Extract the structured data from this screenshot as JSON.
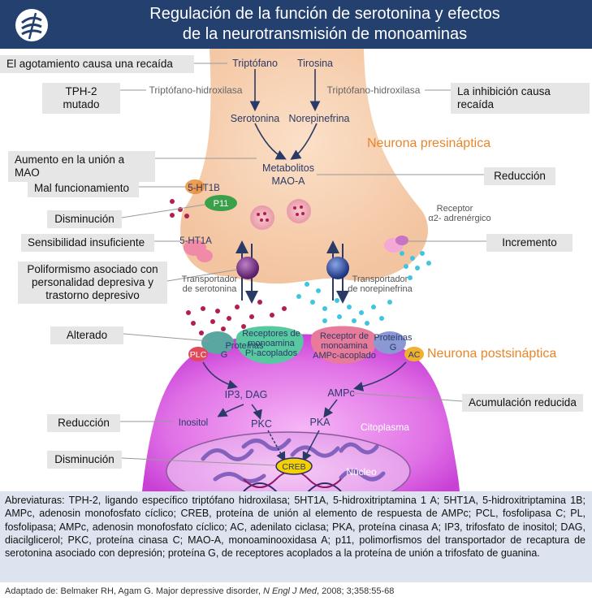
{
  "title": {
    "line1": "Regulación de la función de serotonina y efectos",
    "line2": "de la neurotransmisión de monoaminas"
  },
  "colors": {
    "header": "#23406e",
    "accent": "#e8862a",
    "footer": "#dde3ef"
  },
  "diagram": {
    "presynaptic_label": "Neurona presináptica",
    "postsynaptic_label": "Neurona postsináptica",
    "pathway_left": [
      "Triptófano",
      "Triptófano-hidroxilasa",
      "Serotonina"
    ],
    "pathway_right": [
      "Tirosina",
      "Triptófano-hidroxilasa",
      "Norepinefrina"
    ],
    "metabolites": "Metabolitos",
    "mao": "MAO-A",
    "ht1b": "5-HT1B",
    "p11": "P11",
    "ht1a": "5-HT1A",
    "alpha2_receptor": "Receptor",
    "alpha2_receptor_line2": "α2- adrenérgico",
    "sert_line1": "Transportador",
    "sert_line2": "de serotonina",
    "net_line1": "Transportador",
    "net_line2": "de norepinefrina",
    "receptor_pi_line1": "Receptores de",
    "receptor_pi_line2": "monoamina",
    "receptor_pi_line3": "PI-acoplados",
    "receptor_amp_line1": "Receptor de",
    "receptor_amp_line2": "monoamina",
    "receptor_amp_line3": "AMPc-acoplado",
    "g_protein_left_1": "Proteínas",
    "g_protein_left_2": "G",
    "g_protein_right_1": "Proteínas",
    "g_protein_right_2": "G",
    "plc": "PLC",
    "ac": "AC",
    "ip3_dag": "IP3, DAG",
    "ampc": "AMPc",
    "inositol": "Inositol",
    "pkc": "PKC",
    "pka": "PKA",
    "creb": "CREB",
    "cytoplasm": "Citoplasma",
    "nucleus": "Núcleo"
  },
  "labels": {
    "depletion": "El agotamiento causa una recaída",
    "tph2": "TPH-2 mutado",
    "inhibition": "La inhibición causa recaída",
    "mao_increase": "Aumento en la unión a MAO",
    "reduction_mao": "Reducción",
    "malfunction": "Mal funcionamiento",
    "decrease_p11": "Disminución",
    "insufficient": "Sensibilidad insuficiente",
    "increase_alpha2": "Incremento",
    "poly_line1": "Poliformismo asociado con",
    "poly_line2": "personalidad depresiva y",
    "poly_line3": "trastorno depresivo",
    "altered": "Alterado",
    "reduced_accum": "Acumulación reducida",
    "reduction_inositol": "Reducción",
    "decrease_creb": "Disminución"
  },
  "footer": {
    "abbreviations": "Abreviaturas: TPH-2, ligando específico triptófano hidroxilasa; 5HT1A, 5-hidroxitriptamina 1 A; 5HT1A, 5-hidroxitriptamina 1B; AMPc, adenosin monofosfato cíclico; CREB, proteína de unión al elemento de respuesta de AMPc; PCL, fosfolipasa C; PL, fosfolipasa; AMPc, adenosin monofosfato cíclico;  AC, adenilato ciclasa; PKA, proteína cinasa A; IP3, trifosfato de inositol; DAG, diacilglicerol; PKC, proteína cinasa C; MAO-A, monoaminooxidasa A; p11, polimorfismos del transportador de recaptura de serotonina asociado con depresión; proteína G, de receptores acoplados a la proteína de unión a trifosfato de guanina.",
    "source_prefix": "Adaptado de: Belmaker RH, Agam G. Major depressive disorder, ",
    "source_journal": "N Engl J Med",
    "source_suffix": ", 2008; 3;358:55-68"
  }
}
